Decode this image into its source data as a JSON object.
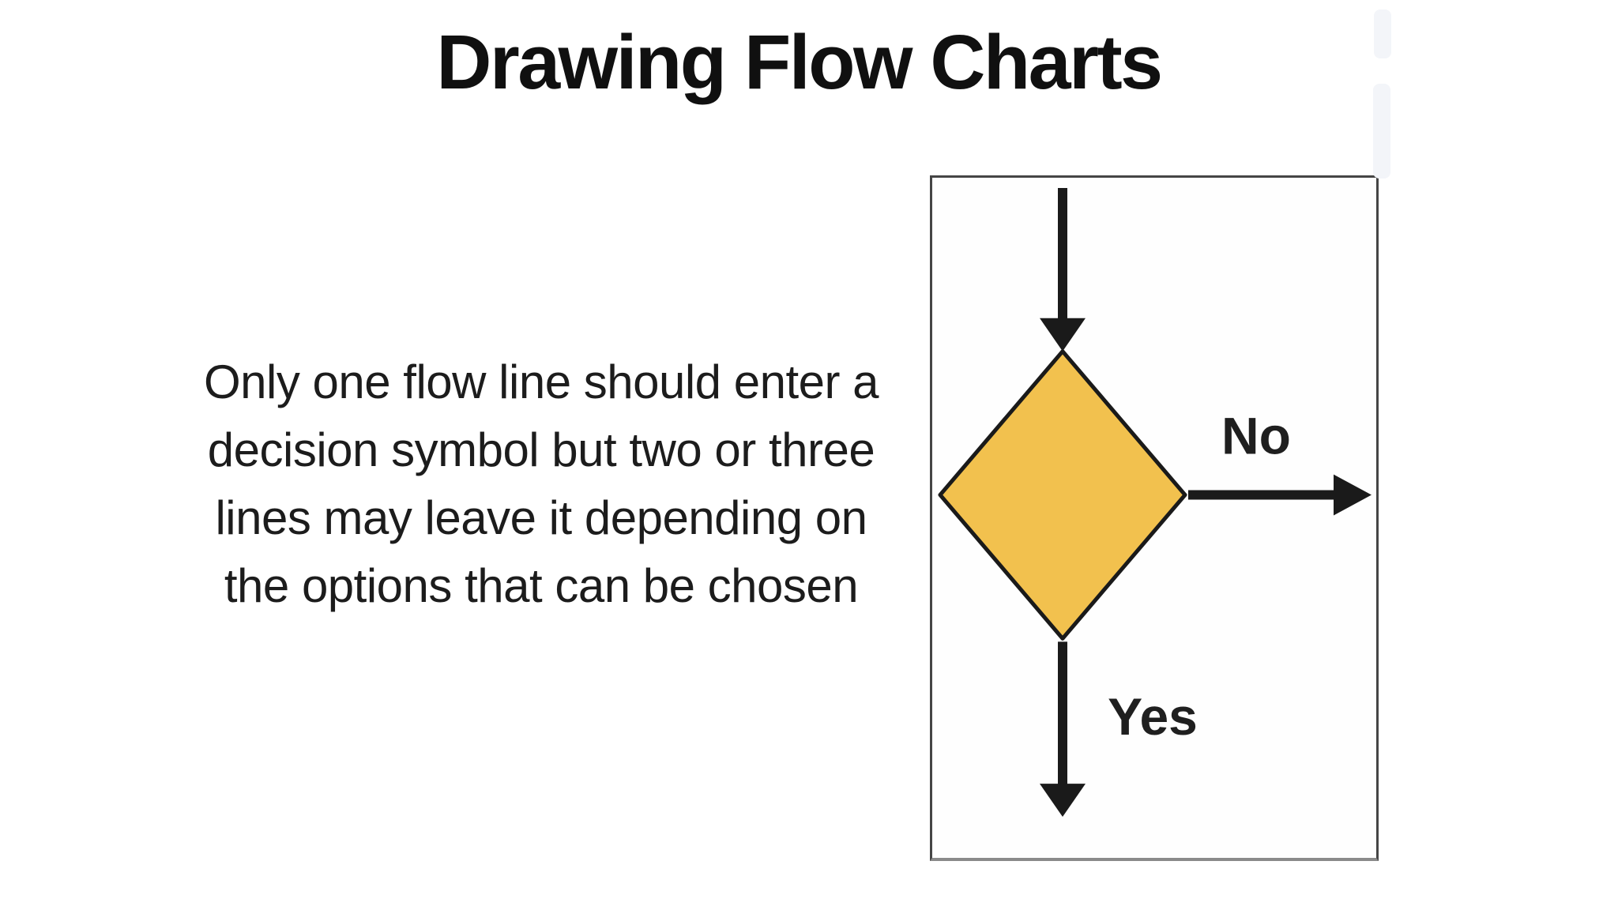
{
  "slide": {
    "title": "Drawing Flow Charts",
    "body_lines": [
      "Only one flow line should enter a",
      "decision symbol but two or three",
      "lines may leave it depending on",
      "the options that can be chosen"
    ],
    "body_text": "Only one flow line should enter a decision symbol but two or three lines may leave it depending on the options that can be chosen"
  },
  "diagram": {
    "kind": "flowchart-decision-example",
    "shape": "decision-diamond",
    "labels": {
      "no": "No",
      "yes": "Yes"
    },
    "branches": [
      {
        "direction": "top",
        "role": "entry-flow-line",
        "label": ""
      },
      {
        "direction": "right",
        "role": "exit-flow-line",
        "label": "No"
      },
      {
        "direction": "bottom",
        "role": "exit-flow-line",
        "label": "Yes"
      }
    ],
    "colors": {
      "diamond_fill": "#F2C14E",
      "diamond_border": "#1A1A1A",
      "arrow": "#1A1A1A",
      "frame_border": "#454545",
      "label_text": "#1F1F1F",
      "background": "#FFFFFF"
    }
  }
}
